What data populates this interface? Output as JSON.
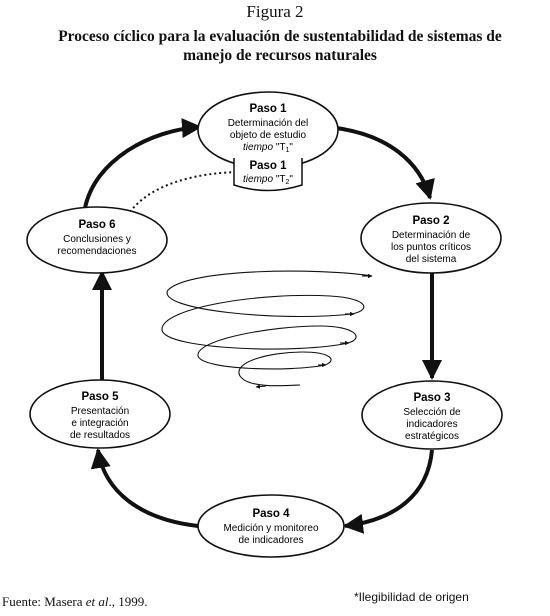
{
  "figure_label": "Figura 2",
  "title_line1": "Proceso cíclico para la evaluación de sustentabilidad de sistemas de",
  "title_line2": "manejo de recursos naturales",
  "nodes": {
    "paso1": {
      "heading": "Paso 1",
      "line1": "Determinación del",
      "line2": "objeto de estudio",
      "time_word": "tiempo",
      "time_code": "\"T",
      "time_sub": "1",
      "time_end": "\""
    },
    "paso1b": {
      "heading": "Paso 1",
      "time_word": "tiempo",
      "time_code": "\"T",
      "time_sub": "2",
      "time_end": "\""
    },
    "paso2": {
      "heading": "Paso 2",
      "line1": "Determinación de",
      "line2": "los puntos críticos",
      "line3": "del sistema"
    },
    "paso3": {
      "heading": "Paso 3",
      "line1": "Selección de",
      "line2": "indicadores",
      "line3": "estratégicos"
    },
    "paso4": {
      "heading": "Paso 4",
      "line1": "Medición y monitoreo",
      "line2": "de indicadores"
    },
    "paso5": {
      "heading": "Paso 5",
      "line1": "Presentación",
      "line2": "e integración",
      "line3": "de resultados"
    },
    "paso6": {
      "heading": "Paso 6",
      "line1": "Conclusiones y",
      "line2": "recomendaciones"
    }
  },
  "footer": {
    "source_prefix": "Fuente: Masera ",
    "source_italic": "et al",
    "source_suffix": "., 1999.",
    "note": "*Ilegibilidad de origen"
  }
}
